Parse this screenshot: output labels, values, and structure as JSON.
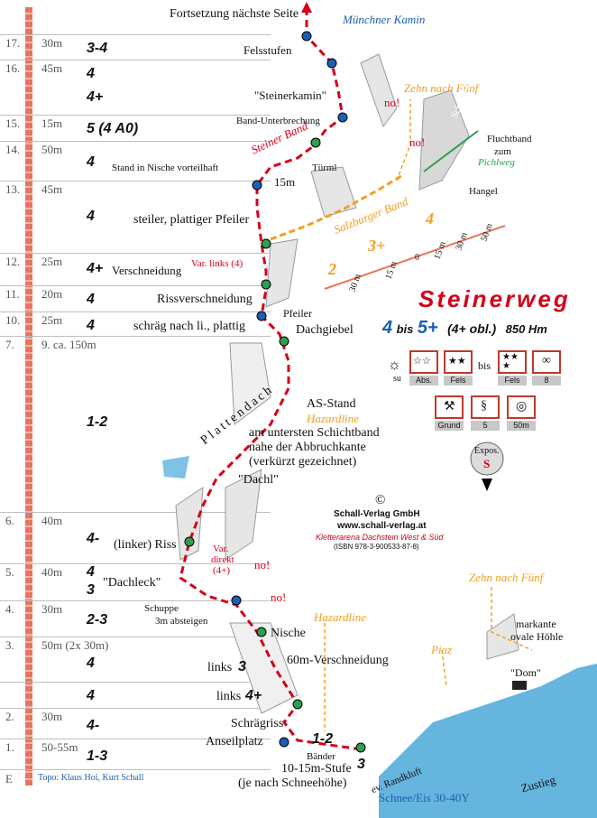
{
  "route": {
    "name": "Steinerweg",
    "grade_min": "4",
    "bis1": "bis",
    "grade_max": "5+",
    "obl": "(4+ obl.)",
    "height": "850 Hm"
  },
  "pitches": [
    {
      "num": "17.",
      "len": "30m",
      "grade": "3-4"
    },
    {
      "num": "16.",
      "len": "45m",
      "grade": "4"
    },
    {
      "num": "",
      "len": "",
      "grade": "4+"
    },
    {
      "num": "15.",
      "len": "15m",
      "grade": "5 (4 A0)"
    },
    {
      "num": "14.",
      "len": "50m",
      "grade": "4"
    },
    {
      "num": "13.",
      "len": "45m",
      "grade": "4"
    },
    {
      "num": "12.",
      "len": "25m",
      "grade": "4+"
    },
    {
      "num": "11.",
      "len": "20m",
      "grade": "4"
    },
    {
      "num": "10.",
      "len": "25m",
      "grade": "4"
    },
    {
      "num": "7.",
      "len": "9. ca. 150m",
      "grade": "1-2"
    },
    {
      "num": "6.",
      "len": "40m",
      "grade": "4-"
    },
    {
      "num": "5.",
      "len": "40m",
      "grade": "4"
    },
    {
      "num": "",
      "len": "",
      "grade": "3"
    },
    {
      "num": "4.",
      "len": "30m",
      "grade": "2-3"
    },
    {
      "num": "3.",
      "len": "50m (2x 30m)",
      "grade": "4"
    },
    {
      "num": "",
      "len": "",
      "grade": "4"
    },
    {
      "num": "2.",
      "len": "30m",
      "grade": "4-"
    },
    {
      "num": "1.",
      "len": "50-55m",
      "grade": "1-3"
    },
    {
      "num": "E",
      "len": "",
      "grade": ""
    }
  ],
  "labels": {
    "top": "Fortsetzung nächste Seite",
    "muenchner_kamin": "Münchner Kamin",
    "felsstufen": "Felsstufen",
    "zehn_top": "Zehn nach Fünf",
    "steinerkamin": "\"Steinerkamin\"",
    "no1": "no!",
    "band_unterbrechung": "Band-Unterbrechung",
    "schlucht": "Schlucht",
    "steiner_band": "Steiner Band",
    "no2": "no!",
    "fluchtband": "Fluchtband",
    "zum": "zum",
    "pichlweg": "Pichlweg",
    "stand_nische": "Stand in Nische vorteilhaft",
    "tuerml": "Türml",
    "m15": "15m",
    "hangel": "Hangel",
    "steiler": "steiler, plattiger Pfeiler",
    "salzburger_band": "Salzburger Band",
    "var_links": "Var. links (4)",
    "verschneidung": "Verschneidung",
    "rissverschneidung": "Rissverschneidung",
    "pfeiler": "Pfeiler",
    "schraeg": "schräg nach li., plattig",
    "dachgiebel": "Dachgiebel",
    "scale_4": "4",
    "scale_3p": "3+",
    "scale_2": "2",
    "m30": "30 m",
    "m15b": "15 m",
    "m0": "0",
    "m15c": "15 m",
    "m30b": "30 m",
    "m50": "50 m",
    "plattendach": "Plattendach",
    "as_stand": "AS-Stand",
    "hazardline": "Hazardline",
    "schichtband1": "am untersten Schichtband",
    "schichtband2": "nahe der Abbruchkante",
    "schichtband3": "(verkürzt gezeichnet)",
    "dachl": "\"Dachl\"",
    "copyright": "©",
    "verlag": "Schall-Verlag GmbH",
    "www": "www.schall-verlag.at",
    "kletterarena": "Kletterarena Dachstein West & Süd",
    "isbn": "(ISBN 978-3-900533-87-8)",
    "riss": "(linker) Riss",
    "var_direkt1": "Var.",
    "var_direkt2": "direkt",
    "var_direkt3": "(4+)",
    "dachleck": "\"Dachleck\"",
    "no3": "no!",
    "no4": "no!",
    "zehn_bottom": "Zehn nach Fünf",
    "schuppe1": "Schuppe",
    "schuppe2": "3m absteigen",
    "nische": "Nische",
    "hazardline2": "Hazardline",
    "verschneidung60": "60m-Verschneidung",
    "piaz": "Piaz",
    "markante1": "markante",
    "markante2": "ovale Höhle",
    "dom": "\"Dom\"",
    "links3": "links",
    "links3g": "3",
    "links4p": "links",
    "links4pg": "4+",
    "schraegriss": "Schrägriss",
    "anseilplatz": "Anseilplatz",
    "g12": "1-2",
    "baender": "Bänder",
    "stufe": "10-15m-Stufe",
    "g3": "3",
    "schneehoehe": "(je nach Schneehöhe)",
    "randkluft": "ev. Randkluft",
    "zustieg": "Zustieg",
    "schnee": "Schnee/Eis 30-40Y",
    "topo": "Topo: Klaus Hoi, Kurt Schall"
  },
  "legend": {
    "su": "su",
    "abs": "Abs.",
    "fels": "Fels",
    "bis": "bis",
    "fels2": "Fels",
    "n8": "8",
    "grund": "Grund",
    "n5": "5",
    "m50": "50m",
    "expos": "Expos.",
    "s": "S",
    "stars_abs": "☆☆",
    "stars_fels": "★★",
    "stars_fels2": "★★\n★"
  },
  "colors": {
    "route_red": "#d4001a",
    "band_orange": "#f0a020",
    "snow_blue": "#4aa8d8",
    "ruler_pink": "#e8755f"
  }
}
